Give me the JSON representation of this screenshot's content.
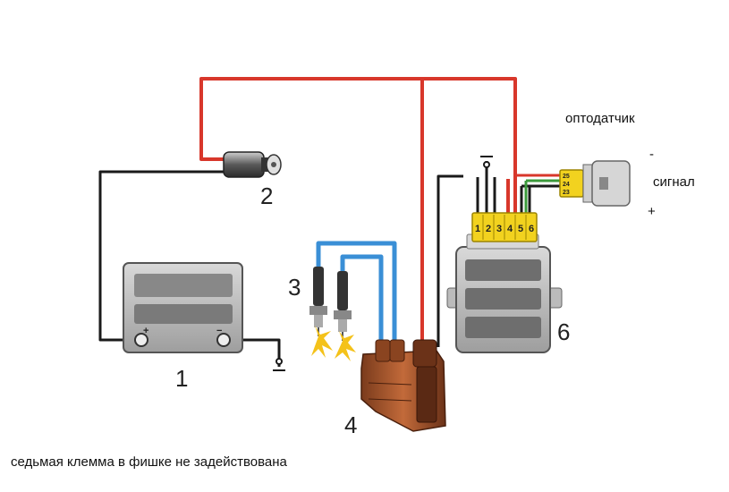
{
  "labels": {
    "battery": "1",
    "ignition_switch": "2",
    "spark_plugs": "3",
    "ignition_coil": "4",
    "control_unit": "6"
  },
  "connector_pins": [
    "1",
    "2",
    "3",
    "4",
    "5",
    "6"
  ],
  "optical_sensor": {
    "title": "оптодатчик",
    "minus": "-",
    "signal": "сигнал",
    "plus": "+",
    "pin_marks": [
      "25",
      "24",
      "23"
    ]
  },
  "footnote": "седьмая клемма в фишке не задействована",
  "colors": {
    "power_wire": "#d8372b",
    "ground_wire": "#1a1a1a",
    "hv_wire": "#3a8fd6",
    "signal_wire": "#3c9a3c",
    "connector": "#f2d21f",
    "spark": "#f4c21a"
  }
}
